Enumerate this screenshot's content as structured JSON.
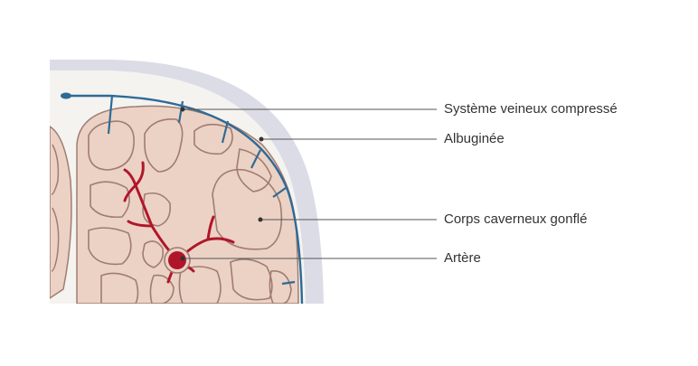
{
  "labels": {
    "veins": "Système veineux compressé",
    "albuginea": "Albuginée",
    "corpus": "Corps caverneux gonflé",
    "artery": "Artère"
  },
  "colors": {
    "background": "#ffffff",
    "outer_sheath": "#dcdce6",
    "inner_background": "#f4f3f0",
    "tissue_fill": "#ecd2c4",
    "sinus_stroke": "#a07c72",
    "vein_blue": "#2e6a96",
    "artery_red": "#b0162a",
    "leader_line": "#555555"
  }
}
